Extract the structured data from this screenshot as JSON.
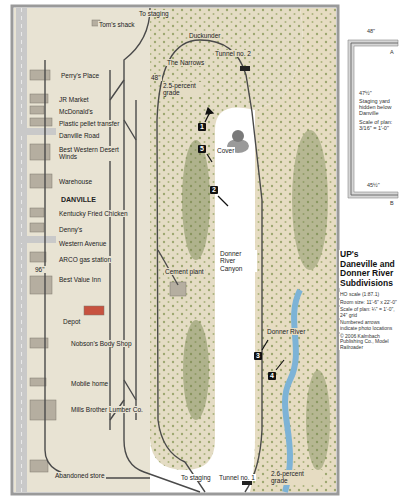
{
  "diagram": {
    "title": "UP's Daneville and Donner River Subdivisions",
    "labels": [
      "To staging",
      "Tom's shack",
      "Duckunder",
      "Perry's Place",
      "Tunnel no. 2",
      "The Narrows",
      "48\"",
      "2.5-percent grade",
      "JR Market",
      "McDonald's",
      "Plastic pellet transfer",
      "Danville Road",
      "Cover",
      "1",
      "5",
      "Best Western Desert Winds",
      "Warehouse",
      "2",
      "DANVILLE",
      "Kentucky Fried Chicken",
      "Denny's",
      "Western Avenue",
      "Donner River Canyon",
      "ARCO gas station",
      "96\"",
      "Cement plant",
      "Best Value Inn",
      "Depot",
      "Nobson's Body Shop",
      "Donner River",
      "3",
      "4",
      "Mobile home",
      "Mills Brother Lumber Co.",
      "Abandoned store",
      "To staging",
      "Tunnel no. 1",
      "2.6-percent grade",
      "48\"",
      "A",
      "47½\"",
      "Staging yard hidden below Danville",
      "Scale of plan: 3/16\" = 1'-0\"",
      "45½\"",
      "B",
      "HO scale (1:87.1)",
      "Room size: 11'-6\" x 22'-0\"",
      "Scale of plan: ¼\" = 1'-0\", 24\" grid",
      "Numbered arrows indicate photo locations",
      "© 2006 Kalmbach Publishing Co., Model Railroader"
    ]
  }
}
